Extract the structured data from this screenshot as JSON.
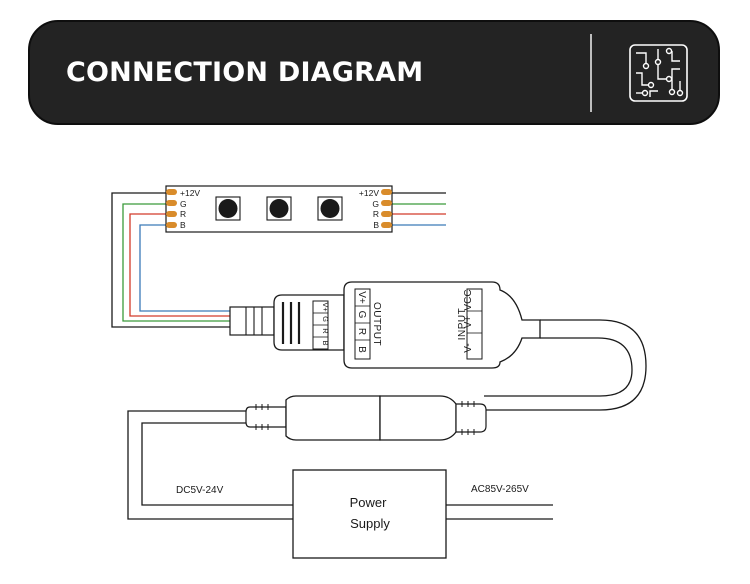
{
  "header": {
    "title": "CONNECTION DIAGRAM",
    "icon": "circuit-board-icon"
  },
  "diagram": {
    "led_strip": {
      "left_pads": [
        "+12V",
        "G",
        "R",
        "B"
      ],
      "right_pads": [
        "+12V",
        "G",
        "R",
        "B"
      ]
    },
    "connector_labels": [
      "V+",
      "G",
      "R",
      "B"
    ],
    "controller": {
      "output_title": "OUTPUT",
      "output_pins": [
        "V+",
        "G",
        "R",
        "B"
      ],
      "input_title": "INPUT",
      "input_pins": [
        "V-",
        "V+",
        "VCC"
      ]
    },
    "power_supply": {
      "line1": "Power",
      "line2": "Supply",
      "dc_label": "DC5V-24V",
      "ac_label": "AC85V-265V"
    },
    "colors": {
      "green_wire": "#3a9a3a",
      "red_wire": "#d23a2a",
      "blue_wire": "#3a7ab8",
      "black_wire": "#1a1a1a",
      "pad": "#d98c2b",
      "banner": "#232323"
    }
  }
}
